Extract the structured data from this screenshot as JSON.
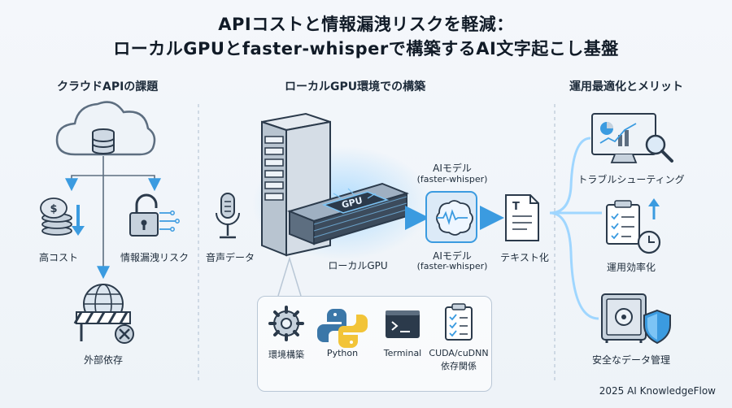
{
  "title": {
    "line1": "APIコストと情報漏洩リスクを軽減：",
    "line2": "ローカルGPUとfaster-whisperで構築するAI文字起こし基盤"
  },
  "sections": {
    "left": "クラウドAPIの課題",
    "center": "ローカルGPU環境での構築",
    "right": "運用最適化とメリット"
  },
  "left": {
    "cost": "高コスト",
    "leak": "情報漏洩リスク",
    "dependency": "外部依存"
  },
  "center": {
    "audio": "音声データ",
    "gpu": "ローカルGPU",
    "gpu_chip": "GPU",
    "model_top": "AIモデル",
    "model_top_sub": "(faster-whisper)",
    "model_bottom": "AIモデル",
    "model_bottom_sub": "(faster-whisper)",
    "text": "テキスト化",
    "tools": [
      "環境構築",
      "Python",
      "Terminal",
      "CUDA/cuDNN",
      "依存関係"
    ]
  },
  "right": {
    "troubleshooting": "トラブルシューティング",
    "efficiency": "運用効率化",
    "security": "安全なデータ管理"
  },
  "footer": "2025 AI KnowledgeFlow",
  "colors": {
    "accent": "#3b9be0",
    "glow": "#7cc4f5",
    "dark": "#2b3a4b",
    "steel": "#5d6e80"
  }
}
